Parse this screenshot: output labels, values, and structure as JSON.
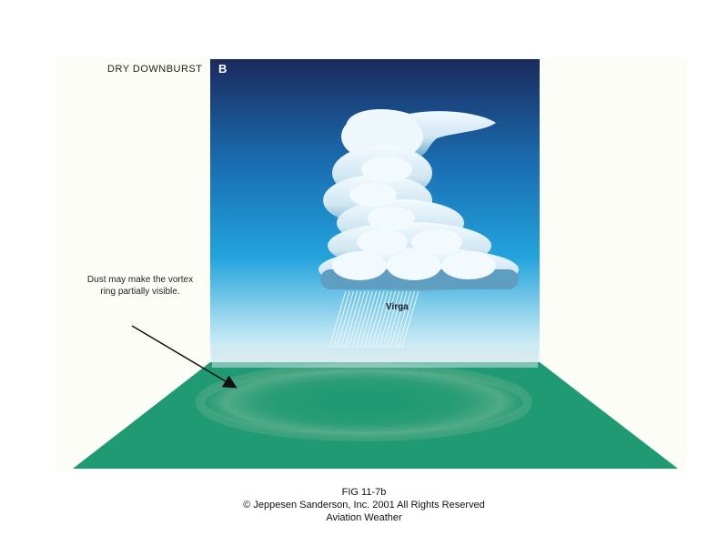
{
  "diagram": {
    "label": "DRY DOWNBURST",
    "panel_letter": "B",
    "callout": "Dust may make the vortex ring partially visible.",
    "virga_label": "Virga"
  },
  "caption": {
    "figure_number": "FIG 11-7b",
    "copyright": "© Jeppesen Sanderson, Inc. 2001 All Rights Reserved",
    "title": "Aviation Weather"
  },
  "colors": {
    "sky_top": "#1b2a5e",
    "sky_mid": "#1a83c4",
    "sky_bottom": "#dff3fb",
    "ground": "#1f9a72",
    "cloud": "#eaf6fb",
    "cloud_shadow": "#5f9ec0"
  }
}
